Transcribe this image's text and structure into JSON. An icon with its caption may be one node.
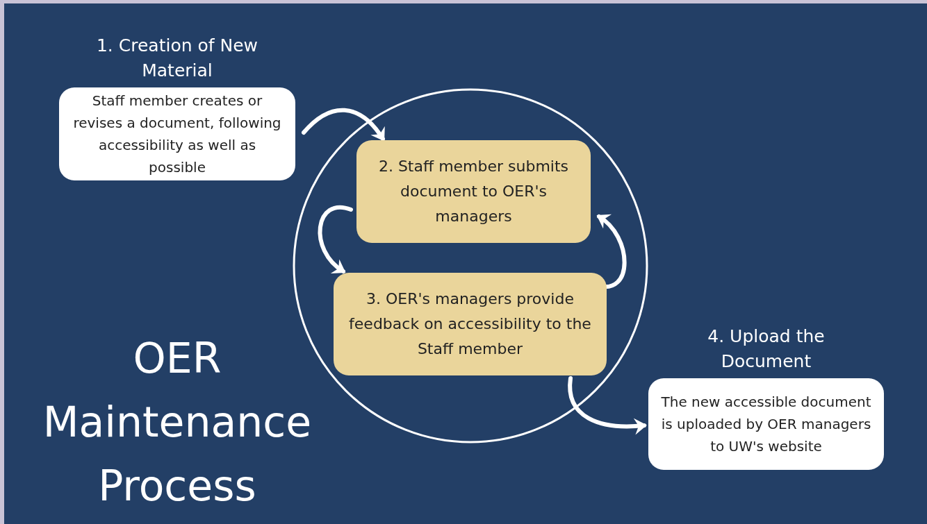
{
  "diagram": {
    "title": "OER Maintenance Process",
    "nodes": [
      {
        "text": [
          "1. Creation of New Material",
          "Staff member creates or revises a document, following accessibility as well as possible"
        ]
      },
      {
        "text": [
          "2. Staff member submits document to OER's managers"
        ]
      },
      {
        "text": [
          "3. OER's managers provide feedback on accessibility to the Staff member"
        ]
      },
      {
        "text": [
          "4. Upload the Document",
          "The new accessible document is uploaded by OER managers to UW's website"
        ]
      }
    ],
    "edges": [
      {
        "from": 0,
        "to": 1,
        "arrow": "to"
      },
      {
        "from": 1,
        "to": 2,
        "arrow": "to"
      },
      {
        "from": 2,
        "to": 1,
        "arrow": "to"
      },
      {
        "from": 2,
        "to": 3,
        "arrow": "to"
      }
    ]
  }
}
